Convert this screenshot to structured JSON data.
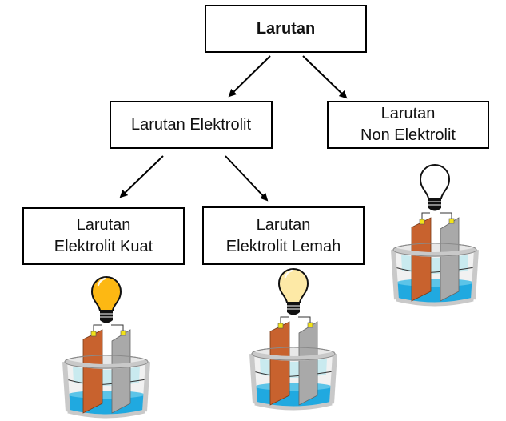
{
  "diagram": {
    "root": {
      "label": "Larutan"
    },
    "elektrolit": {
      "label": "Larutan Elektrolit"
    },
    "non_elektrolit": {
      "line1": "Larutan",
      "line2": "Non Elektrolit"
    },
    "kuat": {
      "line1": "Larutan",
      "line2": "Elektrolit Kuat"
    },
    "lemah": {
      "line1": "Larutan",
      "line2": "Elektrolit Lemah"
    }
  },
  "apparatus": {
    "kuat": {
      "bulb_state": "bright",
      "bulb_color": "#FDB813"
    },
    "lemah": {
      "bulb_state": "dim",
      "bulb_color": "#FDE9A6"
    },
    "non_elektrolit": {
      "bulb_state": "off",
      "bulb_color": "#FFFFFF"
    }
  },
  "colors": {
    "copper_electrode": "#C8622E",
    "zinc_electrode": "#A9A9A9",
    "solution": "#20A9E0",
    "glass": "#C9C9C9",
    "connector": "#F2E21A"
  }
}
